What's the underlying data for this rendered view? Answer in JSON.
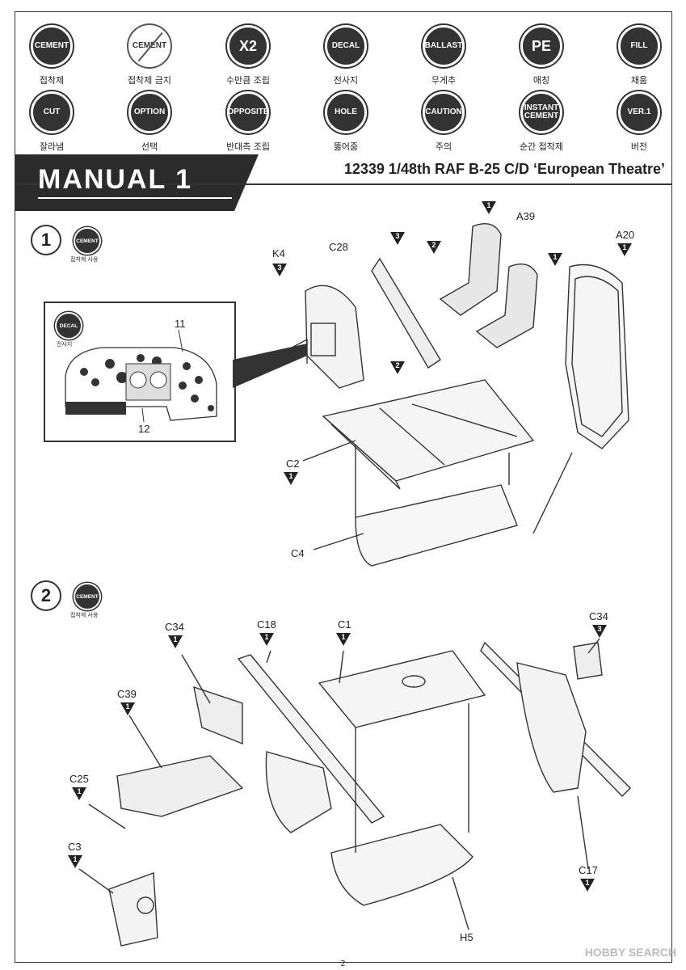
{
  "legend": [
    {
      "badge": "CEMENT",
      "label": "접착제",
      "style": "normal"
    },
    {
      "badge": "CEMENT",
      "label": "접착제 금지",
      "style": "strike"
    },
    {
      "badge": "X2",
      "label": "수만큼 조립",
      "style": "big"
    },
    {
      "badge": "DECAL",
      "label": "전사지",
      "style": "normal"
    },
    {
      "badge": "BALLAST",
      "label": "무게추",
      "style": "normal"
    },
    {
      "badge": "PE",
      "label": "애칭",
      "style": "big"
    },
    {
      "badge": "FILL",
      "label": "채움",
      "style": "normal"
    },
    {
      "badge": "CUT",
      "label": "잘라냄",
      "style": "normal"
    },
    {
      "badge": "OPTION",
      "label": "선택",
      "style": "normal"
    },
    {
      "badge": "OPPOSITE",
      "label": "반대측 조립",
      "style": "normal"
    },
    {
      "badge": "HOLE",
      "label": "뚫어줌",
      "style": "normal"
    },
    {
      "badge": "CAUTION",
      "label": "주의",
      "style": "normal"
    },
    {
      "badge": "INSTANT CEMENT",
      "label": "순간 접착제",
      "style": "normal"
    },
    {
      "badge": "VER.1",
      "label": "버전",
      "style": "normal"
    }
  ],
  "banner": {
    "title": "MANUAL 1",
    "subtitle": "12339 1/48th RAF B-25 C/D ‘European Theatre’"
  },
  "step1": {
    "number": "1",
    "badge": "CEMENT",
    "badge_label": "접착제 사용",
    "inset": {
      "badge": "DECAL",
      "badge_label": "전사지",
      "callouts": [
        "11",
        "12"
      ]
    },
    "parts": [
      {
        "name": "K4",
        "qty": "3"
      },
      {
        "name": "C28",
        "qty": ""
      },
      {
        "name": "A39",
        "qty": ""
      },
      {
        "name": "A20",
        "qty": "1"
      },
      {
        "name": "C2",
        "qty": "1"
      },
      {
        "name": "C4",
        "qty": ""
      }
    ],
    "markers": [
      "1",
      "3",
      "2",
      "1",
      "2"
    ]
  },
  "step2": {
    "number": "2",
    "badge": "CEMENT",
    "badge_label": "접착제 사용",
    "parts": [
      {
        "name": "C34",
        "qty": "1"
      },
      {
        "name": "C18",
        "qty": "1"
      },
      {
        "name": "C1",
        "qty": "1"
      },
      {
        "name": "C34",
        "qty": "3"
      },
      {
        "name": "C39",
        "qty": "1"
      },
      {
        "name": "C25",
        "qty": "1"
      },
      {
        "name": "C3",
        "qty": "1"
      },
      {
        "name": "C17",
        "qty": "1"
      },
      {
        "name": "H5",
        "qty": ""
      }
    ]
  },
  "page_number": "2",
  "watermark": "HOBBY SEARCH"
}
